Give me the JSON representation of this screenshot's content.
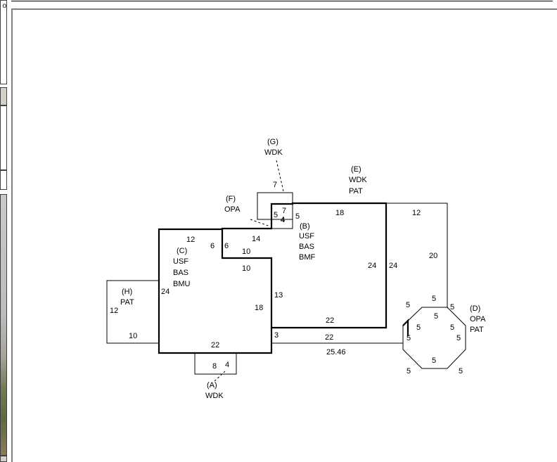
{
  "left_panel": {
    "clip_text": "o"
  },
  "areas": [
    {
      "id": "B",
      "label": "(B)",
      "codes": [
        "USF",
        "BAS",
        "BMF"
      ]
    },
    {
      "id": "C",
      "label": "(C)",
      "codes": [
        "USF",
        "BAS",
        "BMU"
      ]
    },
    {
      "id": "H",
      "label": "(H)",
      "codes": [
        "PAT"
      ]
    },
    {
      "id": "A",
      "label": "(A)",
      "codes": [
        "WDK"
      ]
    },
    {
      "id": "D",
      "label": "(D)",
      "codes": [
        "OPA",
        "PAT"
      ]
    },
    {
      "id": "E",
      "label": "(E)",
      "codes": [
        "WDK",
        "PAT"
      ]
    },
    {
      "id": "F",
      "label": "(F)",
      "codes": [
        "OPA"
      ]
    },
    {
      "id": "G",
      "label": "(G)",
      "codes": [
        "WDK"
      ]
    }
  ],
  "dimensions": {
    "b_top": "18",
    "b_right_inner": "24",
    "b_right_outer": "24",
    "b_bottom": "22",
    "b_left_lower": "13",
    "notch_top": "14",
    "notch_right": "5",
    "c_top": "12",
    "c_left": "24",
    "c_step_left": "6",
    "c_step_right": "6",
    "c_step_horizontal": "10",
    "c_step_inner": "10",
    "c_right": "18",
    "c_bottom": "22",
    "c_small": "3",
    "h_left": "12",
    "h_bottom": "10",
    "a_bottom": "8",
    "a_right": "4",
    "e_top": "12",
    "e_right": "20",
    "lower_line": "22",
    "lower_diagonal": "25.46",
    "d_side": "5",
    "f_left": "5",
    "f_right": "7",
    "f_bottom": "4",
    "g_top": "7"
  },
  "colors": {
    "line": "#000000",
    "frame_border": "#808080"
  }
}
